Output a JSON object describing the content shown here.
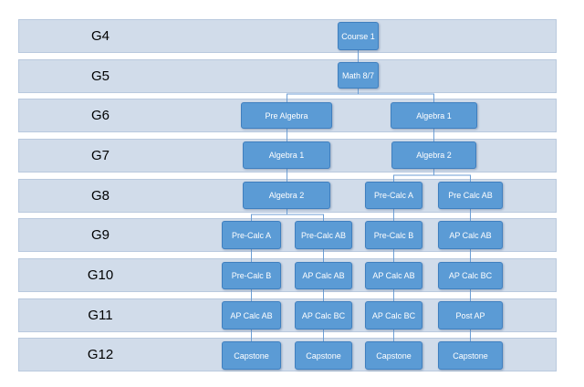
{
  "grades": [
    {
      "id": "g4",
      "label": "G4"
    },
    {
      "id": "g5",
      "label": "G5"
    },
    {
      "id": "g6",
      "label": "G6"
    },
    {
      "id": "g7",
      "label": "G7"
    },
    {
      "id": "g8",
      "label": "G8"
    },
    {
      "id": "g9",
      "label": "G9"
    },
    {
      "id": "g10",
      "label": "G10"
    },
    {
      "id": "g11",
      "label": "G11"
    },
    {
      "id": "g12",
      "label": "G12"
    }
  ],
  "courses": {
    "g4_course1": "Course 1",
    "g5_math87": "Math 8/7",
    "g6_prealgebra": "Pre Algebra",
    "g6_algebra1": "Algebra 1",
    "g7_algebra1": "Algebra 1",
    "g7_algebra2": "Algebra 2",
    "g8_algebra2": "Algebra 2",
    "g8_precalc_a": "Pre-Calc A",
    "g8_precalc_ab": "Pre  Calc AB",
    "g9_precalc_a": "Pre-Calc A",
    "g9_precalc_ab": "Pre-Calc AB",
    "g9_precalc_b": "Pre-Calc B",
    "g9_ap_calc_ab": "AP  Calc AB",
    "g10_precalc_b": "Pre-Calc B",
    "g10_ap_calc_ab_1": "AP Calc AB",
    "g10_ap_calc_ab_2": "AP Calc AB",
    "g10_ap_calc_bc": "AP  Calc BC",
    "g11_ap_calc_ab": "AP  Calc AB",
    "g11_ap_calc_bc_1": "AP Calc BC",
    "g11_ap_calc_bc_2": "AP Calc BC",
    "g11_post_ap": "Post AP",
    "g12_capstone_1": "Capstone",
    "g12_capstone_2": "Capstone",
    "g12_capstone_3": "Capstone",
    "g12_capstone_4": "Capstone"
  },
  "colors": {
    "band": "#d1dcea",
    "node": "#5b9bd5",
    "node_text": "#ffffff",
    "connector": "#6d9ed4"
  }
}
